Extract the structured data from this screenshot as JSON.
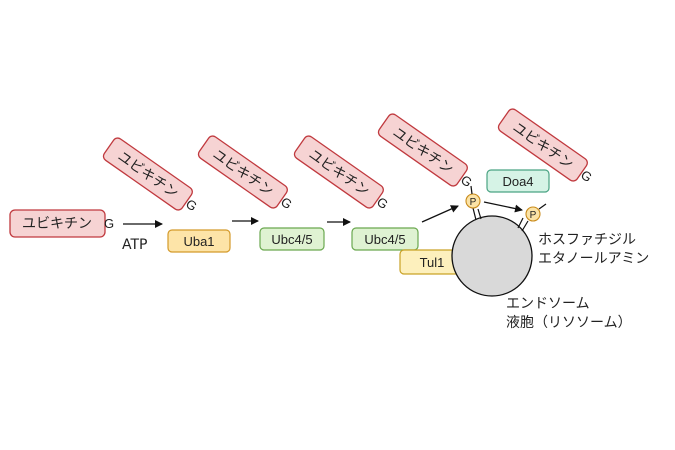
{
  "ubiquitin_label": "ユビキチン",
  "glycine_label": "G",
  "atp_label": "ATP",
  "phospho_label": "P",
  "enzymes": {
    "uba1": "Uba1",
    "ubc45_a": "Ubc4/5",
    "ubc45_b": "Ubc4/5",
    "tul1": "Tul1",
    "doa4": "Doa4"
  },
  "lipid_label": [
    "ホスファチジル",
    "エタノールアミン"
  ],
  "organelle_label": [
    "エンドソーム",
    "液胞（リソソーム）"
  ],
  "colors": {
    "ubiquitin_fill": "#f6d3d3",
    "ubiquitin_stroke": "#c0393e",
    "uba1_fill": "#fde4a8",
    "uba1_stroke": "#d49a2a",
    "ubc_fill": "#dff2d2",
    "ubc_stroke": "#6aa84f",
    "tul1_fill": "#fdf0bd",
    "tul1_stroke": "#c9a227",
    "doa4_fill": "#d6f3e6",
    "doa4_stroke": "#4aa383",
    "phospho_fill": "#fbe3a6",
    "phospho_stroke": "#c98b1c",
    "vesicle_fill": "#d9d9d9"
  }
}
